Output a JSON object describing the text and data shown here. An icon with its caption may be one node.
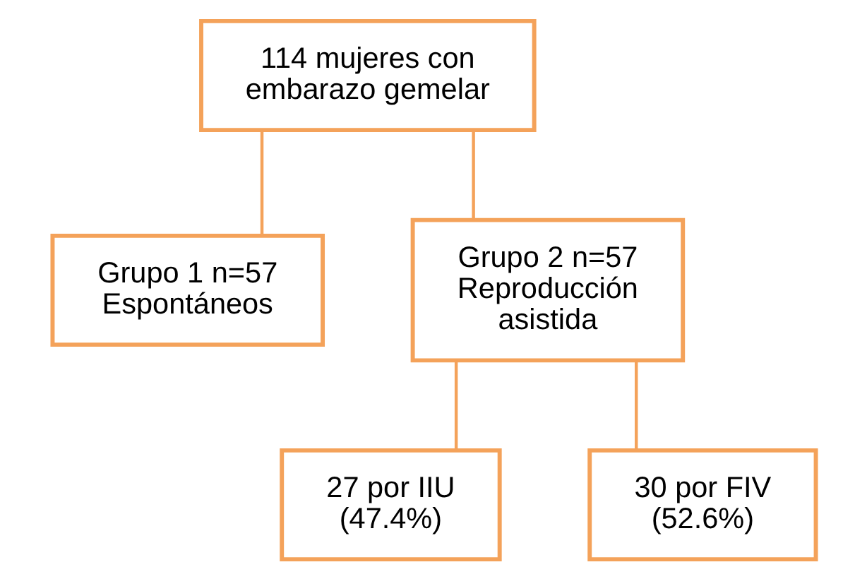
{
  "diagram": {
    "nodes": [
      {
        "text": [
          "114 mujeres con embarazo gemelar"
        ]
      },
      {
        "text": [
          "Grupo 1 n=57 Espontáneos"
        ]
      },
      {
        "text": [
          "Grupo 2 n=57 Reproducción asistida"
        ]
      },
      {
        "text": [
          "27 por IIU (47.4%)"
        ]
      },
      {
        "text": [
          "30 por FIV (52.6%)"
        ]
      }
    ],
    "edges": [
      {
        "from": 0,
        "to": 1,
        "arrow": "none"
      },
      {
        "from": 0,
        "to": 2,
        "arrow": "none"
      },
      {
        "from": 2,
        "to": 3,
        "arrow": "none"
      },
      {
        "from": 2,
        "to": 4,
        "arrow": "none"
      }
    ]
  }
}
